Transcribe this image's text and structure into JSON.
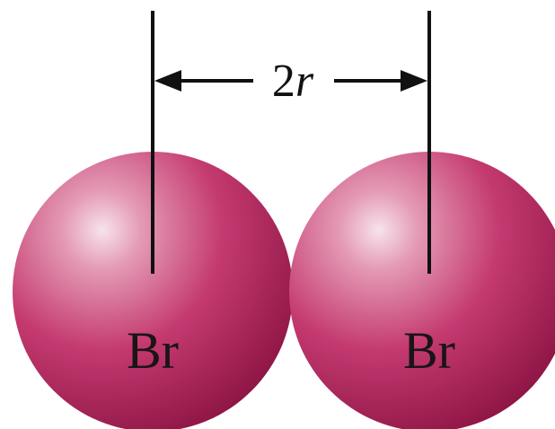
{
  "atoms": [
    {
      "label": "Br"
    },
    {
      "label": "Br"
    }
  ],
  "distance": {
    "coefficient": "2",
    "symbol": "r"
  },
  "colors": {
    "atom_base": "#b8265f",
    "atom_dark": "#8f1646",
    "atom_highlight": "#f6dce6",
    "line": "#111111",
    "background": "#ffffff"
  }
}
